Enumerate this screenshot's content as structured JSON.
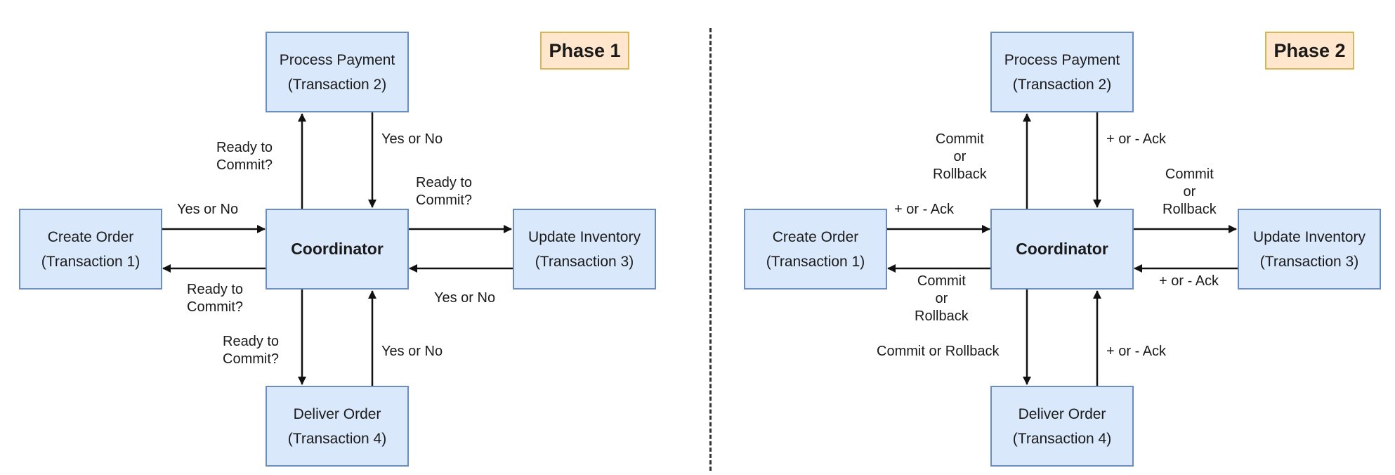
{
  "phases": [
    {
      "badge": "Phase 1",
      "coordinator": "Coordinator",
      "nodes": {
        "top": {
          "name": "Process Payment",
          "tx": "(Transaction 2)"
        },
        "left": {
          "name": "Create Order",
          "tx": "(Transaction 1)"
        },
        "right": {
          "name": "Update Inventory",
          "tx": "(Transaction 3)"
        },
        "bottom": {
          "name": "Deliver Order",
          "tx": "(Transaction 4)"
        }
      },
      "labels": {
        "to_top": [
          "Ready to",
          "Commit?"
        ],
        "from_top": [
          "Yes or No"
        ],
        "from_left": [
          "Yes or No"
        ],
        "to_left": [
          "Ready to",
          "Commit?"
        ],
        "to_right": [
          "Ready to",
          "Commit?"
        ],
        "from_right": [
          "Yes or No"
        ],
        "to_bottom": [
          "Ready to",
          "Commit?"
        ],
        "from_bottom": [
          "Yes or No"
        ]
      }
    },
    {
      "badge": "Phase 2",
      "coordinator": "Coordinator",
      "nodes": {
        "top": {
          "name": "Process Payment",
          "tx": "(Transaction 2)"
        },
        "left": {
          "name": "Create Order",
          "tx": "(Transaction 1)"
        },
        "right": {
          "name": "Update Inventory",
          "tx": "(Transaction 3)"
        },
        "bottom": {
          "name": "Deliver Order",
          "tx": "(Transaction 4)"
        }
      },
      "labels": {
        "to_top": [
          "Commit",
          "or",
          "Rollback"
        ],
        "from_top": [
          "+ or - Ack"
        ],
        "from_left": [
          "+ or - Ack"
        ],
        "to_left": [
          "Commit",
          "or",
          "Rollback"
        ],
        "to_right": [
          "Commit",
          "or",
          "Rollback"
        ],
        "from_right": [
          "+ or - Ack"
        ],
        "to_bottom": [
          "Commit or Rollback"
        ],
        "from_bottom": [
          "+ or - Ack"
        ]
      }
    }
  ]
}
